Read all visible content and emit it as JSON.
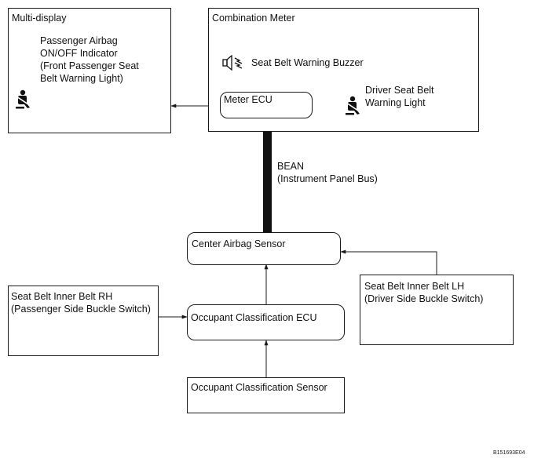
{
  "multi_display": {
    "title": "Multi-display",
    "indicator_line1": "Passenger Airbag",
    "indicator_line2": "ON/OFF Indicator",
    "indicator_line3": "(Front Passenger Seat",
    "indicator_line4": "Belt Warning Light)",
    "icon": "seat-belt-warning-icon"
  },
  "combination_meter": {
    "title": "Combination Meter",
    "buzzer_label": "Seat Belt Warning Buzzer",
    "buzzer_icon": "speaker-icon",
    "meter_ecu": "Meter ECU",
    "driver_light_line1": "Driver Seat Belt",
    "driver_light_line2": "Warning Light",
    "driver_icon": "seat-belt-warning-icon"
  },
  "bus": {
    "name": "BEAN",
    "description": "(Instrument Panel Bus)"
  },
  "center_airbag_sensor": "Center Airbag Sensor",
  "seat_belt_rh": {
    "line1": "Seat Belt Inner Belt RH",
    "line2": "(Passenger Side Buckle Switch)"
  },
  "seat_belt_lh": {
    "line1": "Seat Belt Inner Belt LH",
    "line2": "(Driver Side Buckle Switch)"
  },
  "occupant_ecu": "Occupant Classification ECU",
  "occupant_sensor": "Occupant Classification Sensor",
  "figure_code": "B151693E04"
}
